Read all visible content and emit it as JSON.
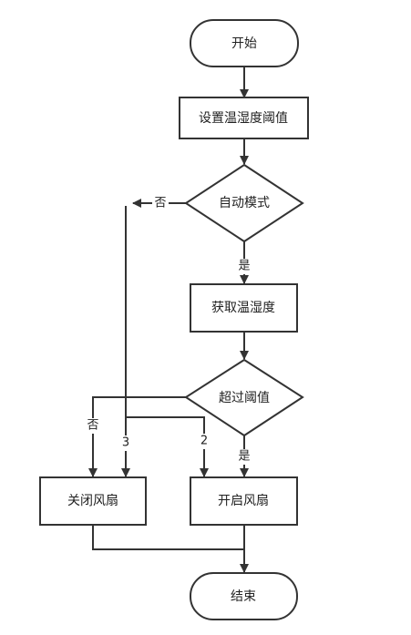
{
  "nodes": {
    "start": "开始",
    "set_threshold": "设置温湿度阈值",
    "auto_mode": "自动模式",
    "get_temp_humidity": "获取温湿度",
    "over_threshold": "超过阈值",
    "fan_off": "关闭风扇",
    "fan_on": "开启风扇",
    "end": "结束"
  },
  "edge_labels": {
    "auto_no": "否",
    "auto_yes": "是",
    "over_no": "否",
    "over_yes": "是",
    "manual_3": "3",
    "manual_2": "2"
  },
  "colors": {
    "stroke": "#333333",
    "background": "#ffffff"
  }
}
